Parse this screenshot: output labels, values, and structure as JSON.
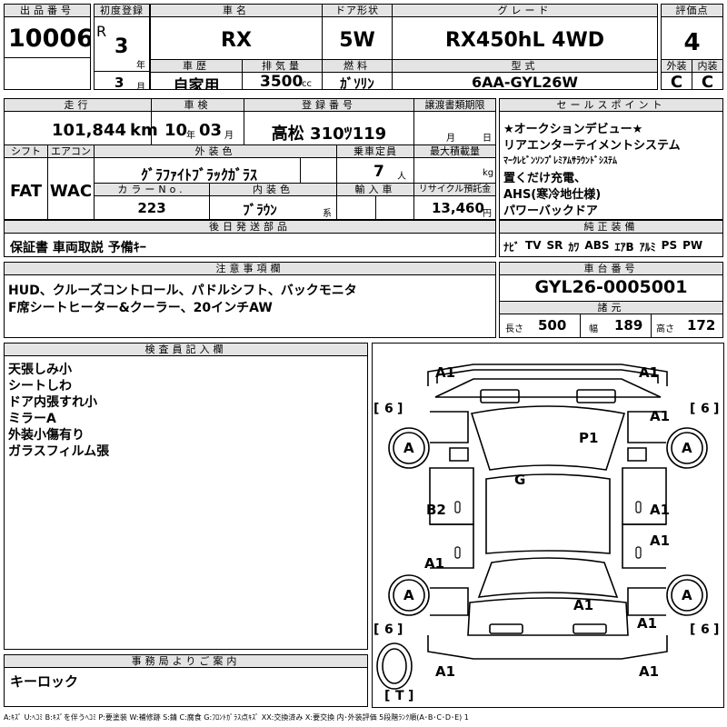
{
  "lot": {
    "label": "出品番号",
    "value": "10006"
  },
  "first_reg": {
    "label": "初度登録",
    "era": "R",
    "year": "3",
    "year_unit": "年",
    "month": "3",
    "month_unit": "月"
  },
  "car_name": {
    "label": "車名",
    "value": "RX"
  },
  "door": {
    "label": "ドア形状",
    "value": "5W"
  },
  "grade": {
    "label": "グレード",
    "value": "RX450hL 4WD"
  },
  "score": {
    "label": "評価点",
    "value": "4",
    "ext_label": "外装",
    "ext_value": "C",
    "int_label": "内装",
    "int_value": "C"
  },
  "history": {
    "label": "車歴",
    "value": "自家用"
  },
  "displacement": {
    "label": "排気量",
    "value": "3500",
    "unit": "cc"
  },
  "fuel": {
    "label": "燃料",
    "value": "ｶﾞｿﾘﾝ"
  },
  "model_code": {
    "label": "型式",
    "value": "6AA-GYL26W"
  },
  "mileage": {
    "label": "走行",
    "value": "101,844",
    "unit": "km"
  },
  "inspection": {
    "label": "車検",
    "year": "10",
    "year_unit": "年",
    "month": "03",
    "month_unit": "月"
  },
  "plate": {
    "label": "登録番号",
    "value": "高松 310ﾂ119"
  },
  "transfer_deadline": {
    "label": "譲渡書類期限",
    "month_unit": "月",
    "day_unit": "日"
  },
  "shift": {
    "label": "シフト",
    "value": "FAT"
  },
  "aircon": {
    "label": "エアコン",
    "value": "WAC"
  },
  "ext_color": {
    "label": "外装色",
    "value": "ｸﾞﾗﾌｧｲﾄﾌﾞﾗｯｸｶﾞﾗｽ"
  },
  "capacity": {
    "label": "乗車定員",
    "value": "7",
    "unit": "人"
  },
  "max_load": {
    "label": "最大積載量",
    "unit": "kg"
  },
  "color_no": {
    "label": "カラーNo.",
    "value": "223"
  },
  "int_color": {
    "label": "内装色",
    "value": "ﾌﾞﾗｳﾝ",
    "unit": "系"
  },
  "import": {
    "label": "輸入車"
  },
  "recycle": {
    "label": "リサイクル預託金",
    "value": "13,460",
    "unit": "円"
  },
  "sales_points": {
    "label": "セールスポイント",
    "lines": [
      "★オークションデビュー★",
      "リアエンターテイメントシステム",
      "ﾏｰｸﾚﾋﾞﾝｿﾝﾌﾟﾚﾐｱﾑｻﾗｳﾝﾄﾞｼｽﾃﾑ",
      "置くだけ充電、",
      "AHS(寒冷地仕様)",
      "パワーバックドア"
    ]
  },
  "later_parts": {
    "label": "後日発送部品",
    "value": "保証書 車両取説 予備ｷｰ"
  },
  "equipment": {
    "label": "純正装備",
    "items": [
      "ﾅﾋﾞ",
      "TV",
      "SR",
      "ｶﾜ",
      "ABS",
      "ｴｱB",
      "ｱﾙﾐ",
      "PS",
      "PW"
    ]
  },
  "notes": {
    "label": "注意事項欄",
    "lines": [
      "HUD、クルーズコントロール、パドルシフト、バックモニタ",
      "F席シートヒーター&クーラー、20インチAW"
    ]
  },
  "chassis": {
    "label": "車台番号",
    "value": "GYL26-0005001"
  },
  "dimensions": {
    "label": "諸元",
    "length_label": "長さ",
    "length": "500",
    "width_label": "幅",
    "width": "189",
    "height_label": "高さ",
    "height": "172"
  },
  "inspector": {
    "label": "検査員記入欄",
    "lines": [
      "天張しみ小",
      "シートしわ",
      "ドア内張すれ小",
      "ミラーA",
      "外装小傷有り",
      "ガラスフィルム張"
    ]
  },
  "office": {
    "label": "事務局よりご案内",
    "value": "キーロック"
  },
  "legend": "A:ｷｽﾞ U:ﾍｺﾐ B:ｷｽﾞを伴うﾍｺﾐ P:要塗装 W:補修跡 S:錆 C:腐食 G:ﾌﾛﾝﾄｶﾞﾗｽ点ｷｽﾞ XX:交換済み X:要交換 内･外装評価 5段階ﾗﾝｸ順(A･B･C･D･E) 1",
  "diagram": {
    "marks": {
      "front_left_corner": "A1",
      "front_right_corner": "A1",
      "right_front_fender": "A1",
      "left_front_wheel": "A",
      "right_front_wheel": "A",
      "roof": "P1",
      "windshield_area": "G",
      "left_rear_door": "B2",
      "right_front_door": "A1",
      "right_rear_door": "A1",
      "left_rear_quarter": "A1",
      "left_rear_wheel": "A",
      "right_rear_wheel": "A",
      "rear_hatch": "A1",
      "right_rear_quarter": "A1",
      "rear_left_corner": "A1",
      "rear_right_corner": "A1"
    },
    "tire_depths": {
      "front_left": "6",
      "front_right": "6",
      "rear_left": "6",
      "rear_right": "6"
    },
    "spare": "T"
  }
}
